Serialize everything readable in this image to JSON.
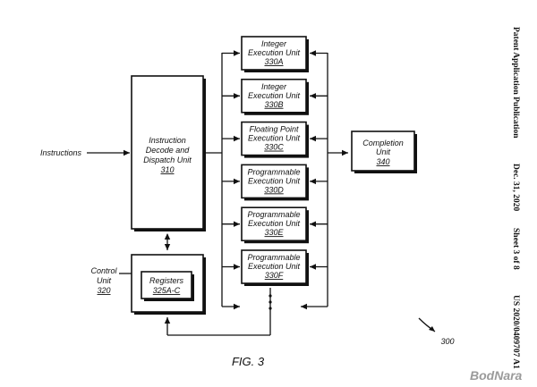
{
  "header_side": {
    "publication": "Patent Application Publication",
    "date": "Dec. 31, 2020",
    "sheet": "Sheet 3 of 8",
    "number": "US 2020/0409707 A1"
  },
  "diagram": {
    "instructions_label": "Instructions",
    "dispatch_unit": {
      "line1": "Instruction",
      "line2": "Decode and",
      "line3": "Dispatch Unit",
      "ref": "310"
    },
    "control_unit": {
      "line1": "Control",
      "line2": "Unit",
      "ref": "320"
    },
    "registers": {
      "line1": "Registers",
      "ref": "325A-C"
    },
    "execution_units": [
      {
        "line1": "Integer",
        "line2": "Execution Unit",
        "ref": "330A"
      },
      {
        "line1": "Integer",
        "line2": "Execution Unit",
        "ref": "330B"
      },
      {
        "line1": "Floating Point",
        "line2": "Execution Unit",
        "ref": "330C"
      },
      {
        "line1": "Programmable",
        "line2": "Execution Unit",
        "ref": "330D"
      },
      {
        "line1": "Programmable",
        "line2": "Execution Unit",
        "ref": "330E"
      },
      {
        "line1": "Programmable",
        "line2": "Execution Unit",
        "ref": "330F"
      }
    ],
    "completion_unit": {
      "line1": "Completion",
      "line2": "Unit",
      "ref": "340"
    },
    "figure_ref": "300",
    "caption": "FIG. 3"
  },
  "watermark": "BodNara"
}
